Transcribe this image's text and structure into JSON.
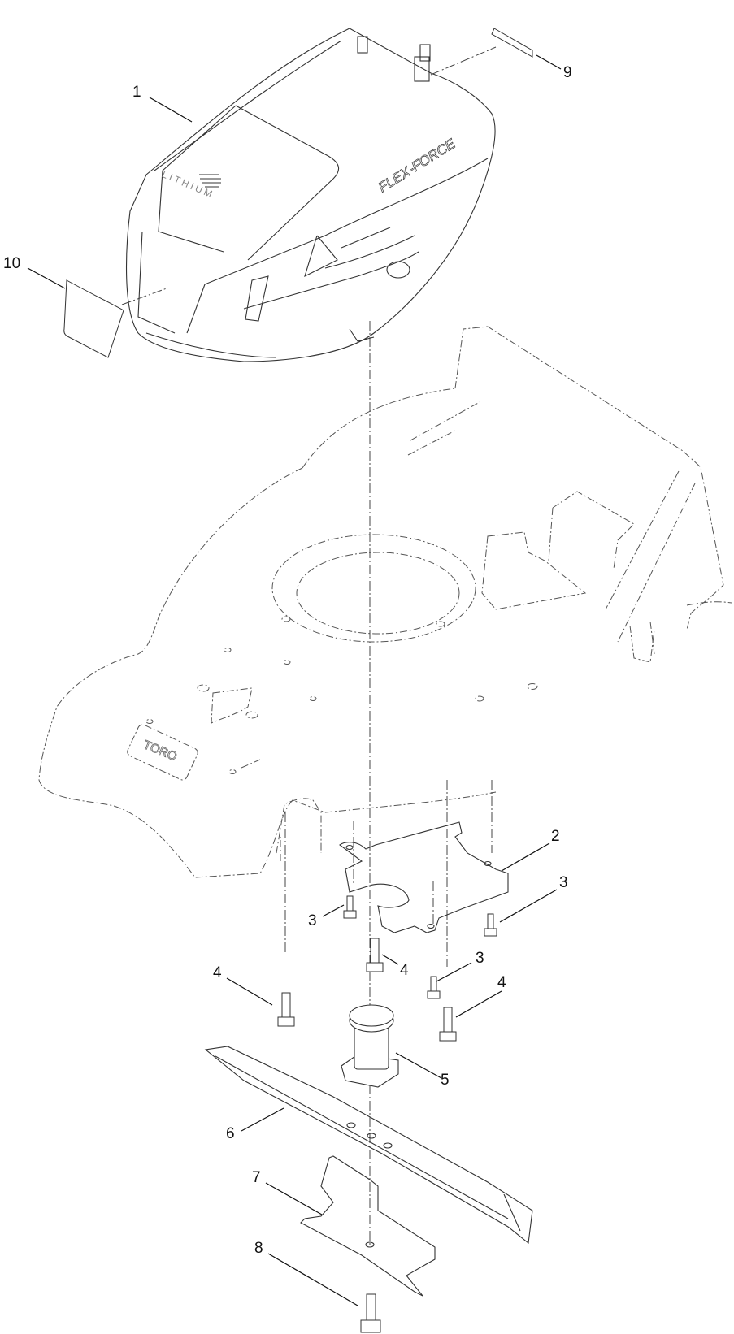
{
  "diagram": {
    "type": "exploded-parts-view",
    "colors": {
      "line": "#333333",
      "ghost": "#555555",
      "background": "#ffffff"
    },
    "markings": {
      "housing_brand": "FLEX-FORCE",
      "housing_badge": "LITHIUM",
      "deck_logo": "TORO"
    },
    "callouts": [
      {
        "id": "c1",
        "label": "1",
        "part": "battery-housing-cover"
      },
      {
        "id": "c2",
        "label": "2",
        "part": "bracket"
      },
      {
        "id": "c3a",
        "label": "3",
        "part": "screw"
      },
      {
        "id": "c3b",
        "label": "3",
        "part": "screw"
      },
      {
        "id": "c3c",
        "label": "3",
        "part": "screw"
      },
      {
        "id": "c4a",
        "label": "4",
        "part": "bolt"
      },
      {
        "id": "c4b",
        "label": "4",
        "part": "bolt"
      },
      {
        "id": "c4c",
        "label": "4",
        "part": "bolt"
      },
      {
        "id": "c5",
        "label": "5",
        "part": "blade-adapter"
      },
      {
        "id": "c6",
        "label": "6",
        "part": "blade"
      },
      {
        "id": "c7",
        "label": "7",
        "part": "blade-stiffener"
      },
      {
        "id": "c8",
        "label": "8",
        "part": "blade-bolt"
      },
      {
        "id": "c9",
        "label": "9",
        "part": "decal-strip"
      },
      {
        "id": "c10",
        "label": "10",
        "part": "decal-panel"
      }
    ]
  }
}
